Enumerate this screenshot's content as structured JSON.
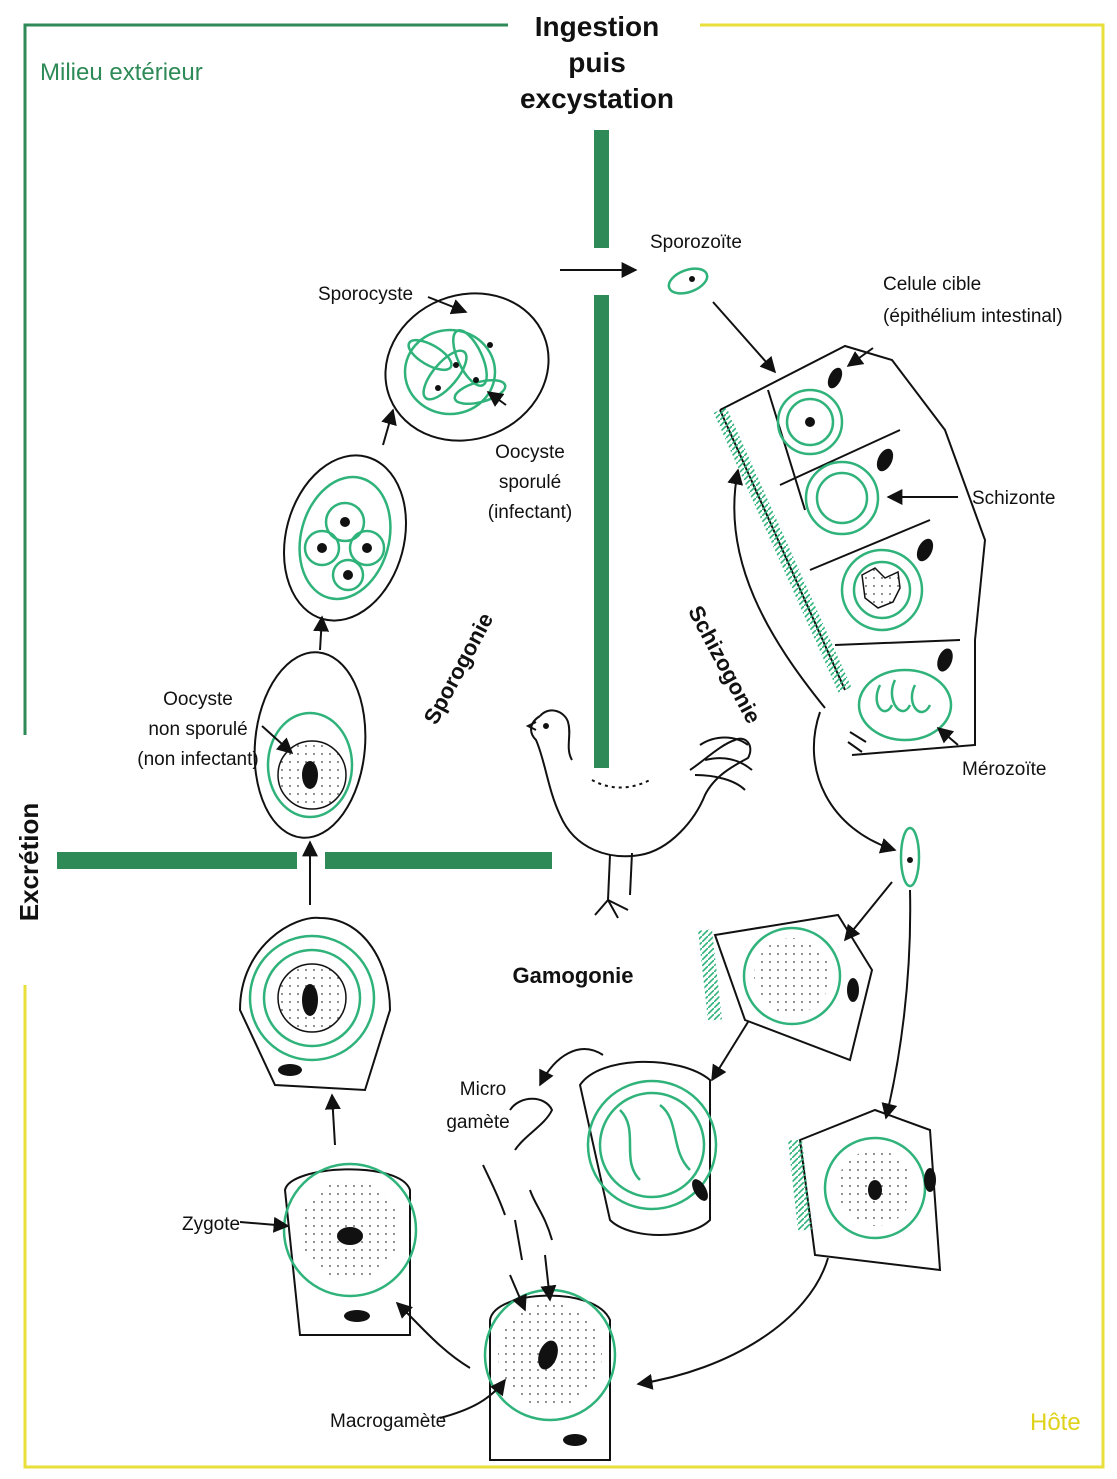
{
  "colors": {
    "exterior_border": "#2e8a57",
    "host_border": "#e8df3a",
    "membrane": "#2fb37a",
    "outline": "#111111"
  },
  "titles": {
    "ingestion_line1": "Ingestion",
    "ingestion_line2": "puis",
    "ingestion_line3": "excystation",
    "milieu": "Milieu extérieur",
    "hote": "Hôte",
    "excretion": "Excrétion"
  },
  "phases": {
    "sporogonie": "Sporogonie",
    "schizogonie": "Schizogonie",
    "gamogonie": "Gamogonie"
  },
  "labels": {
    "sporocyste": "Sporocyste",
    "oocyste_sporule_1": "Oocyste",
    "oocyste_sporule_2": "sporulé",
    "oocyste_sporule_3": "(infectant)",
    "oocyste_non_1": "Oocyste",
    "oocyste_non_2": "non sporulé",
    "oocyste_non_3": "(non infectant)",
    "sporozoite": "Sporozoïte",
    "cellule_1": "Celule cible",
    "cellule_2": "(épithélium intestinal)",
    "schizonte": "Schizonte",
    "merozoite": "Mérozoïte",
    "micro_1": "Micro",
    "micro_2": "gamète",
    "zygote": "Zygote",
    "macrogamete": "Macrogamète"
  }
}
